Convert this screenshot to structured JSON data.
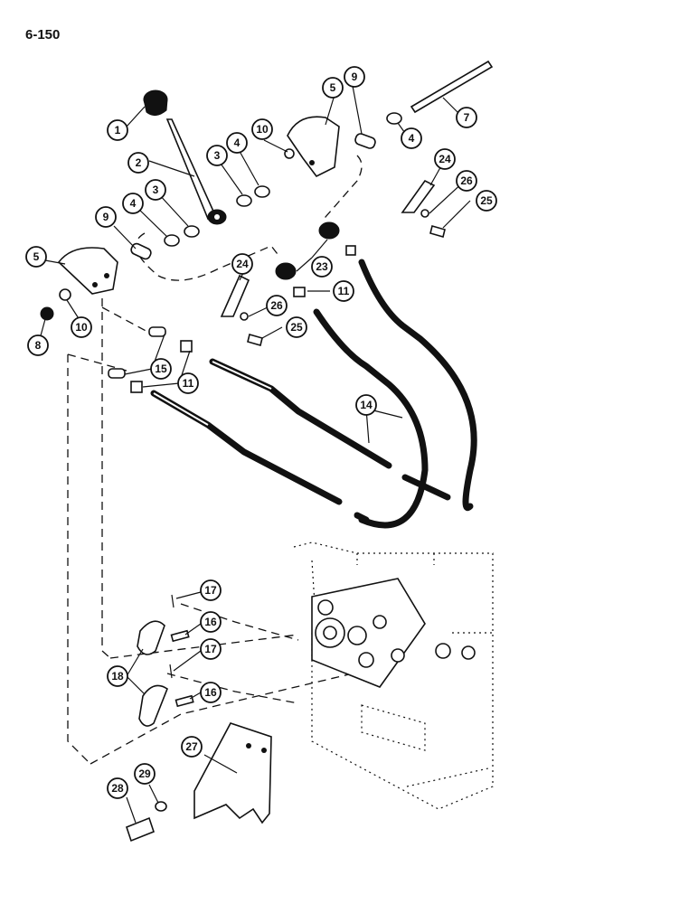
{
  "page": {
    "number": "6-150"
  },
  "callouts": [
    {
      "id": "c1",
      "number": "1"
    },
    {
      "id": "c2",
      "number": "2"
    },
    {
      "id": "c3a",
      "number": "3"
    },
    {
      "id": "c3b",
      "number": "3"
    },
    {
      "id": "c4a",
      "number": "4"
    },
    {
      "id": "c4b",
      "number": "4"
    },
    {
      "id": "c4c",
      "number": "4"
    },
    {
      "id": "c5a",
      "number": "5"
    },
    {
      "id": "c5b",
      "number": "5"
    },
    {
      "id": "c7",
      "number": "7"
    },
    {
      "id": "c8",
      "number": "8"
    },
    {
      "id": "c9a",
      "number": "9"
    },
    {
      "id": "c9b",
      "number": "9"
    },
    {
      "id": "c10a",
      "number": "10"
    },
    {
      "id": "c10b",
      "number": "10"
    },
    {
      "id": "c11a",
      "number": "11"
    },
    {
      "id": "c11b",
      "number": "11"
    },
    {
      "id": "c14",
      "number": "14"
    },
    {
      "id": "c15",
      "number": "15"
    },
    {
      "id": "c16a",
      "number": "16"
    },
    {
      "id": "c16b",
      "number": "16"
    },
    {
      "id": "c17a",
      "number": "17"
    },
    {
      "id": "c17b",
      "number": "17"
    },
    {
      "id": "c18",
      "number": "18"
    },
    {
      "id": "c23",
      "number": "23"
    },
    {
      "id": "c24a",
      "number": "24"
    },
    {
      "id": "c24b",
      "number": "24"
    },
    {
      "id": "c25a",
      "number": "25"
    },
    {
      "id": "c25b",
      "number": "25"
    },
    {
      "id": "c26a",
      "number": "26"
    },
    {
      "id": "c26b",
      "number": "26"
    },
    {
      "id": "c27",
      "number": "27"
    },
    {
      "id": "c28",
      "number": "28"
    },
    {
      "id": "c29",
      "number": "29"
    }
  ]
}
